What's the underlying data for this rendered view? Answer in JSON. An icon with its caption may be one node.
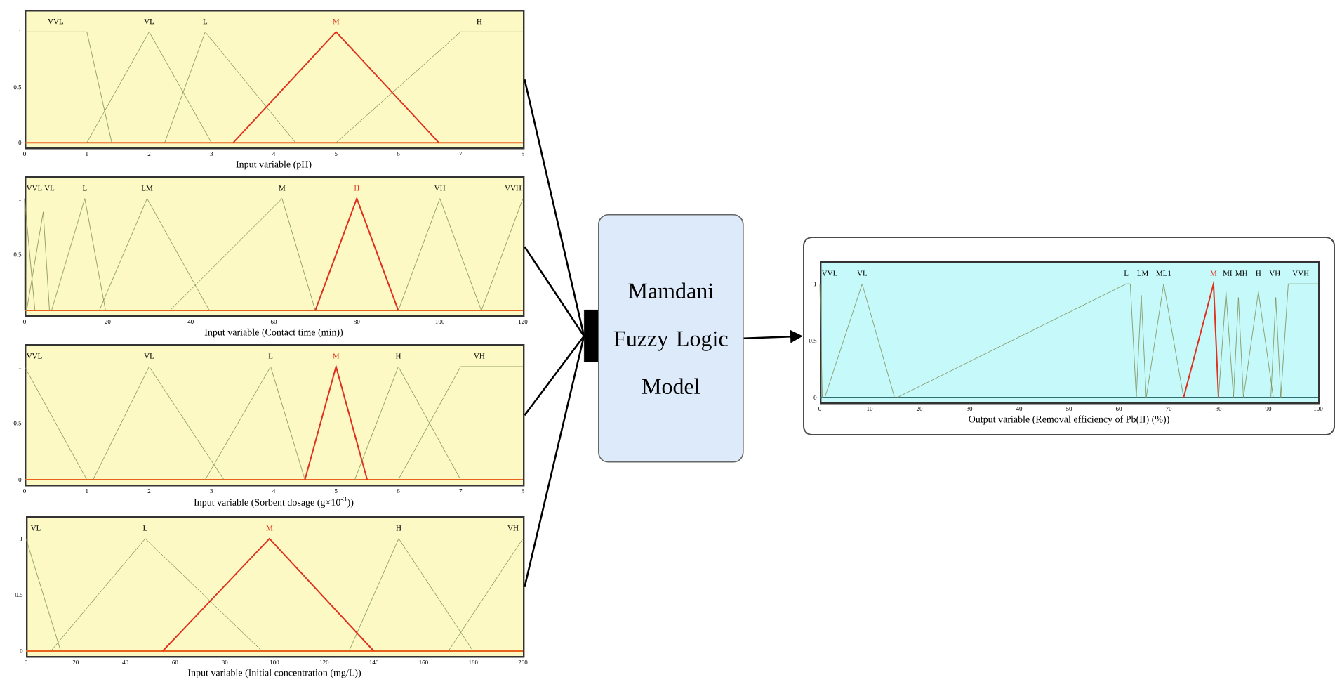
{
  "diagram": {
    "nodes": [
      {
        "text": [
          "VVL",
          "VL",
          "L",
          "M",
          "H",
          "1",
          "0.5",
          "0",
          "0",
          "1",
          "2",
          "3",
          "4",
          "5",
          "6",
          "7",
          "8",
          "Input variable (pH)"
        ]
      },
      {
        "text": [
          "VVL",
          "VL",
          "L",
          "LM",
          "M",
          "H",
          "VH",
          "VVH",
          "1",
          "0.5",
          "0",
          "20",
          "40",
          "60",
          "80",
          "100",
          "120",
          "Input variable (Contact time (min))"
        ]
      },
      {
        "text": [
          "VVL",
          "VL",
          "L",
          "M",
          "H",
          "VH",
          "1",
          "0.5",
          "0",
          "0",
          "1",
          "2",
          "3",
          "4",
          "5",
          "6",
          "7",
          "8",
          "Input variable (Sorbent dosage (g×10$^{-3}$))"
        ]
      },
      {
        "text": [
          "VL",
          "L",
          "M",
          "H",
          "VH",
          "1",
          "0.5",
          "0",
          "0",
          "20",
          "40",
          "60",
          "80",
          "100",
          "120",
          "140",
          "160",
          "180",
          "200",
          "Input variable (Initial concentration (mg/L))"
        ]
      },
      {
        "text": [],
        "shape": "bar"
      },
      {
        "text": [
          "Mamdani Fuzzy Logic Model"
        ]
      },
      {
        "text": [],
        "shape": "box"
      },
      {
        "text": [
          "VVL",
          "VL",
          "L",
          "LM",
          "ML1",
          "M",
          "MI",
          "MH",
          "H",
          "VH",
          "VVH",
          "1",
          "0.5",
          "0",
          "0",
          "10",
          "20",
          "30",
          "40",
          "50",
          "60",
          "70",
          "80",
          "90",
          "100",
          "Output variable (Removal efficiency of Pb(II) (%))"
        ],
        "in": 6
      }
    ],
    "edges": [
      {
        "from": 0,
        "to": 4,
        "arrow": "none"
      },
      {
        "from": 1,
        "to": 4,
        "arrow": "none"
      },
      {
        "from": 2,
        "to": 4,
        "arrow": "none"
      },
      {
        "from": 3,
        "to": 4,
        "arrow": "none"
      },
      {
        "from": 5,
        "to": 6,
        "arrow": "to"
      }
    ]
  }
}
